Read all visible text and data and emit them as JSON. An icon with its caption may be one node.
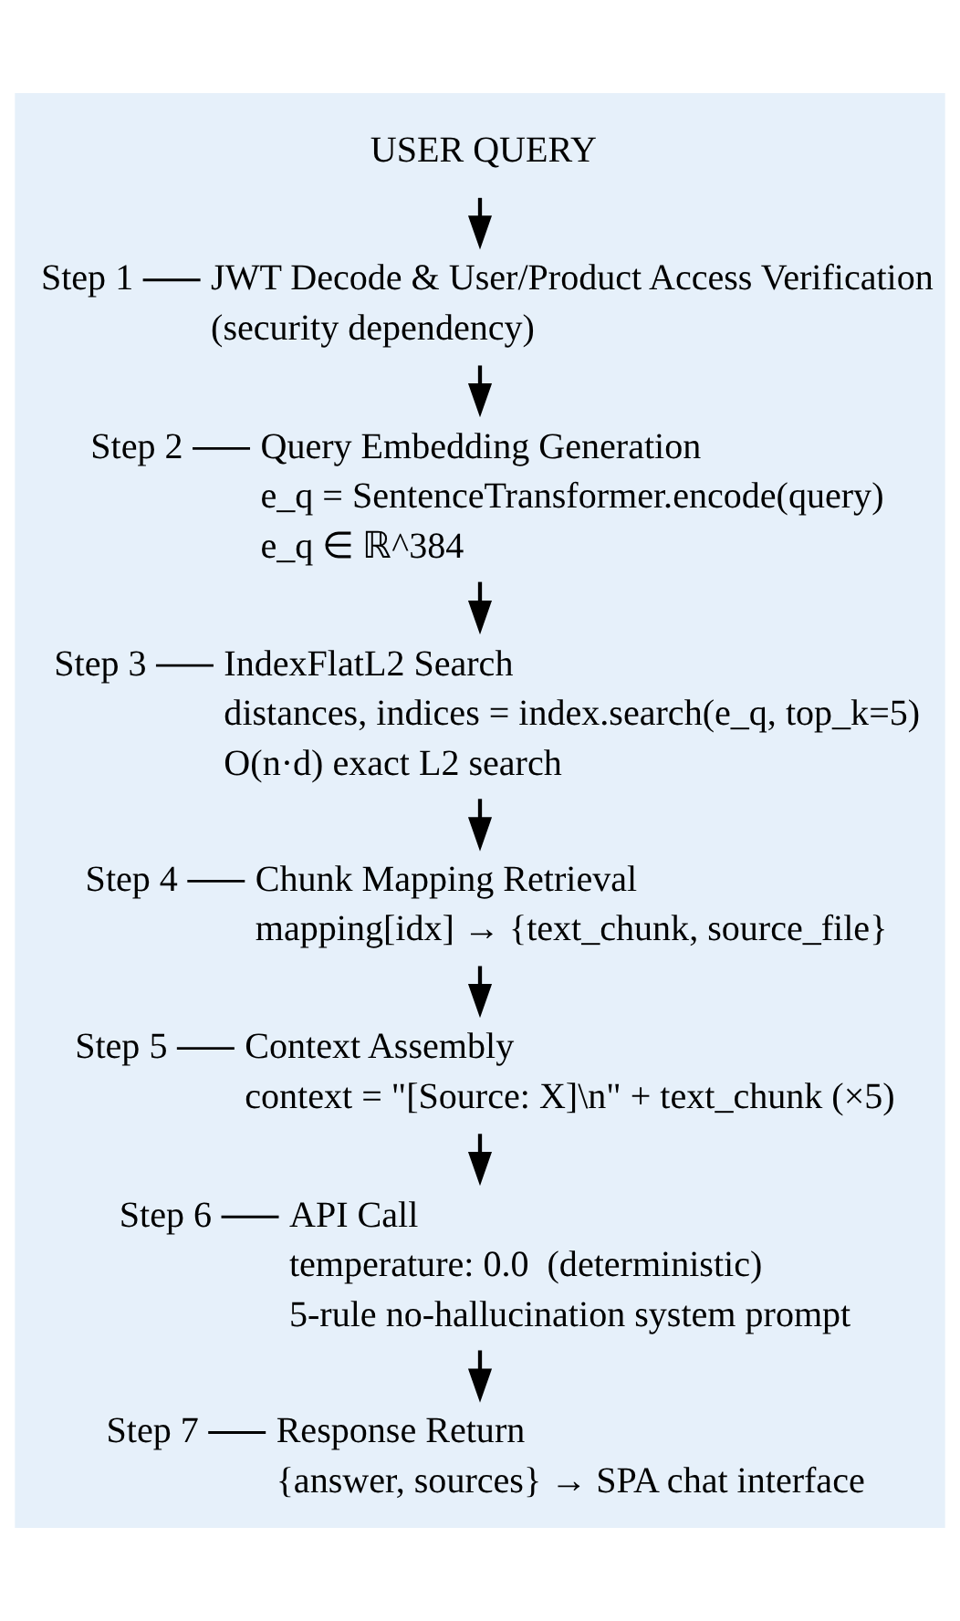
{
  "diagram": {
    "nodes": [
      {
        "text": [
          "USER QUERY"
        ]
      },
      {
        "text": [
          "Step 1",
          "JWT Decode & User/Product Access Verification",
          "(security dependency)"
        ]
      },
      {
        "text": [
          "Step 2",
          "Query Embedding Generation",
          "e_q = SentenceTransformer.encode(query)",
          "e_q ∈ ℝ^384"
        ]
      },
      {
        "text": [
          "Step 3",
          "IndexFlatL2 Search",
          "distances, indices = index.search(e_q, top_k=5)",
          "O(n·d) exact L2 search"
        ]
      },
      {
        "text": [
          "Step 4",
          "Chunk Mapping Retrieval",
          "mapping[idx] → {text_chunk, source_file}"
        ]
      },
      {
        "text": [
          "Step 5",
          "Context Assembly",
          "context = \"[Source: X]\\n\" + text_chunk (×5)"
        ]
      },
      {
        "text": [
          "Step 6",
          "API Call",
          "temperature: 0.0  (deterministic)",
          "5-rule no-hallucination system prompt"
        ]
      },
      {
        "text": [
          "Step 7",
          "Response Return",
          "{answer, sources} → SPA chat interface"
        ]
      }
    ],
    "edges": [
      {
        "from": 0,
        "to": 1,
        "arrow": "to"
      },
      {
        "from": 1,
        "to": 2,
        "arrow": "to"
      },
      {
        "from": 2,
        "to": 3,
        "arrow": "to"
      },
      {
        "from": 3,
        "to": 4,
        "arrow": "to"
      },
      {
        "from": 4,
        "to": 5,
        "arrow": "to"
      },
      {
        "from": 5,
        "to": 6,
        "arrow": "to"
      },
      {
        "from": 6,
        "to": 7,
        "arrow": "to"
      }
    ]
  }
}
